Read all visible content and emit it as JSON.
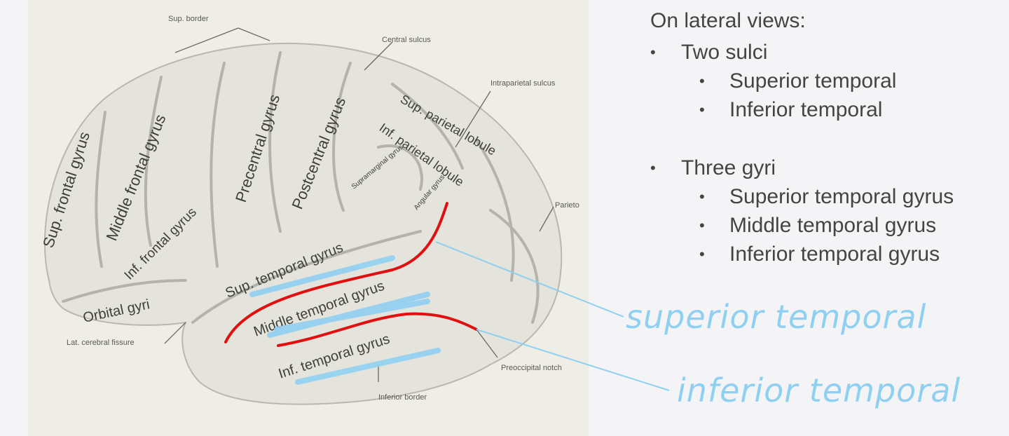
{
  "notes": {
    "heading": "On lateral views:",
    "sulci": {
      "label": "Two sulci",
      "items": [
        "Superior temporal",
        "Inferior temporal"
      ]
    },
    "gyri": {
      "label": "Three gyri",
      "items": [
        "Superior temporal gyrus",
        "Middle temporal gyrus",
        "Inferior temporal gyrus"
      ]
    }
  },
  "figure": {
    "labels": {
      "sup_border": "Sup. border",
      "central_sulcus": "Central sulcus",
      "intraparietal_sulcus": "Intraparietal sulcus",
      "parieto": "Parieto",
      "sup_frontal": "Sup. frontal gyrus",
      "middle_frontal": "Middle frontal gyrus",
      "precentral": "Precentral gyrus",
      "postcentral": "Postcentral gyrus",
      "sup_parietal": "Sup. parietal lobule",
      "inf_parietal": "Inf. parietal lobule",
      "supramarginal": "Supramarginal gyrus",
      "angular": "Angular gyrus",
      "inf_frontal": "Inf. frontal gyrus",
      "orbital": "Orbital gyri",
      "sup_temporal": "Sup. temporal gyrus",
      "middle_temporal": "Middle temporal gyrus",
      "inf_temporal": "Inf. temporal gyrus",
      "lat_fissure": "Lat. cerebral fissure",
      "inferior_border": "Inferior border",
      "preoccipital_notch": "Preoccipital notch"
    },
    "handwritten": {
      "superior": "superior temporal",
      "inferior": "inferior temporal"
    },
    "colors": {
      "sulcus_highlight": "#e01010",
      "gyrus_highlight": "#8fd0f2",
      "brain": "#e4e3dc"
    }
  }
}
